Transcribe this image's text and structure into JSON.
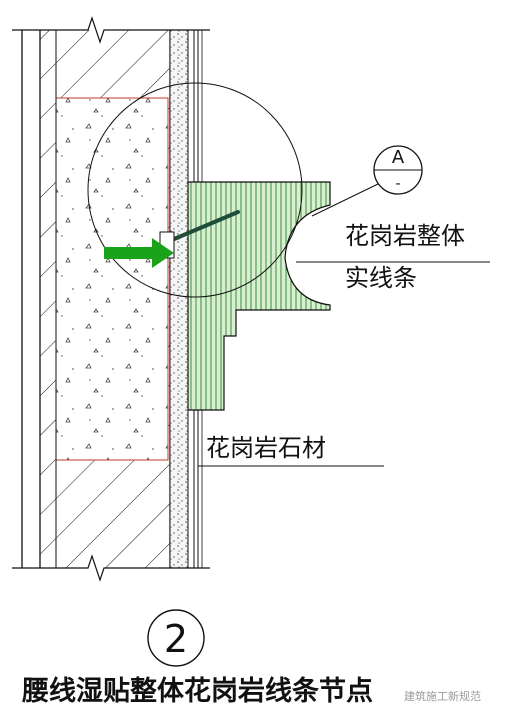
{
  "callout": {
    "letter": "A",
    "sub": "-"
  },
  "labels": {
    "granite_molding_line1": "花岗岩整体",
    "granite_molding_line2": "实线条",
    "granite_stone": "花岗岩石材"
  },
  "detail_number": "2",
  "caption": "腰线湿贴整体花岗岩线条节点",
  "watermark": "建筑施工新规范",
  "colors": {
    "line": "#111111",
    "hatch_red": "#c0392b",
    "granite_fill": "#d8f0d0",
    "granite_hatch": "#2e7d32",
    "arrow_green": "#1aa31a",
    "stipple": "#555555"
  },
  "icons": {
    "arrow": "arrow-right-icon",
    "break": "break-line-icon"
  }
}
